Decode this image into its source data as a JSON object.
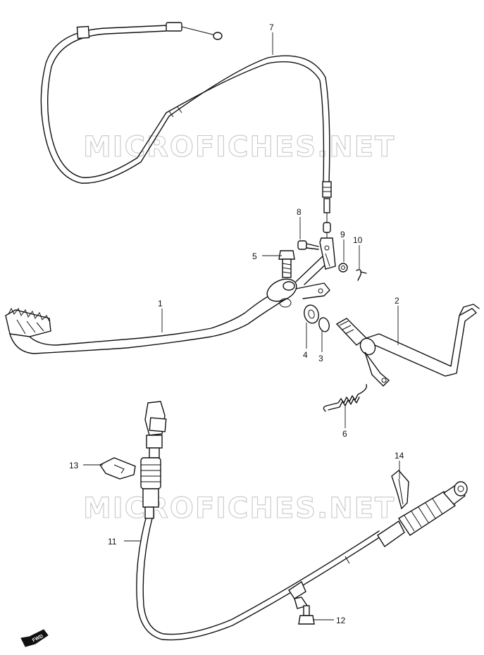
{
  "watermark": "MICROFICHES.NET",
  "fwd_label": "FWD",
  "callouts": [
    {
      "id": "part-1",
      "label": "1"
    },
    {
      "id": "part-2",
      "label": "2"
    },
    {
      "id": "part-3",
      "label": "3"
    },
    {
      "id": "part-4",
      "label": "4"
    },
    {
      "id": "part-5",
      "label": "5"
    },
    {
      "id": "part-6",
      "label": "6"
    },
    {
      "id": "part-7",
      "label": "7"
    },
    {
      "id": "part-8",
      "label": "8"
    },
    {
      "id": "part-9",
      "label": "9"
    },
    {
      "id": "part-10",
      "label": "10"
    },
    {
      "id": "part-11",
      "label": "11"
    },
    {
      "id": "part-12",
      "label": "12"
    },
    {
      "id": "part-13",
      "label": "13"
    },
    {
      "id": "part-14",
      "label": "14"
    }
  ]
}
